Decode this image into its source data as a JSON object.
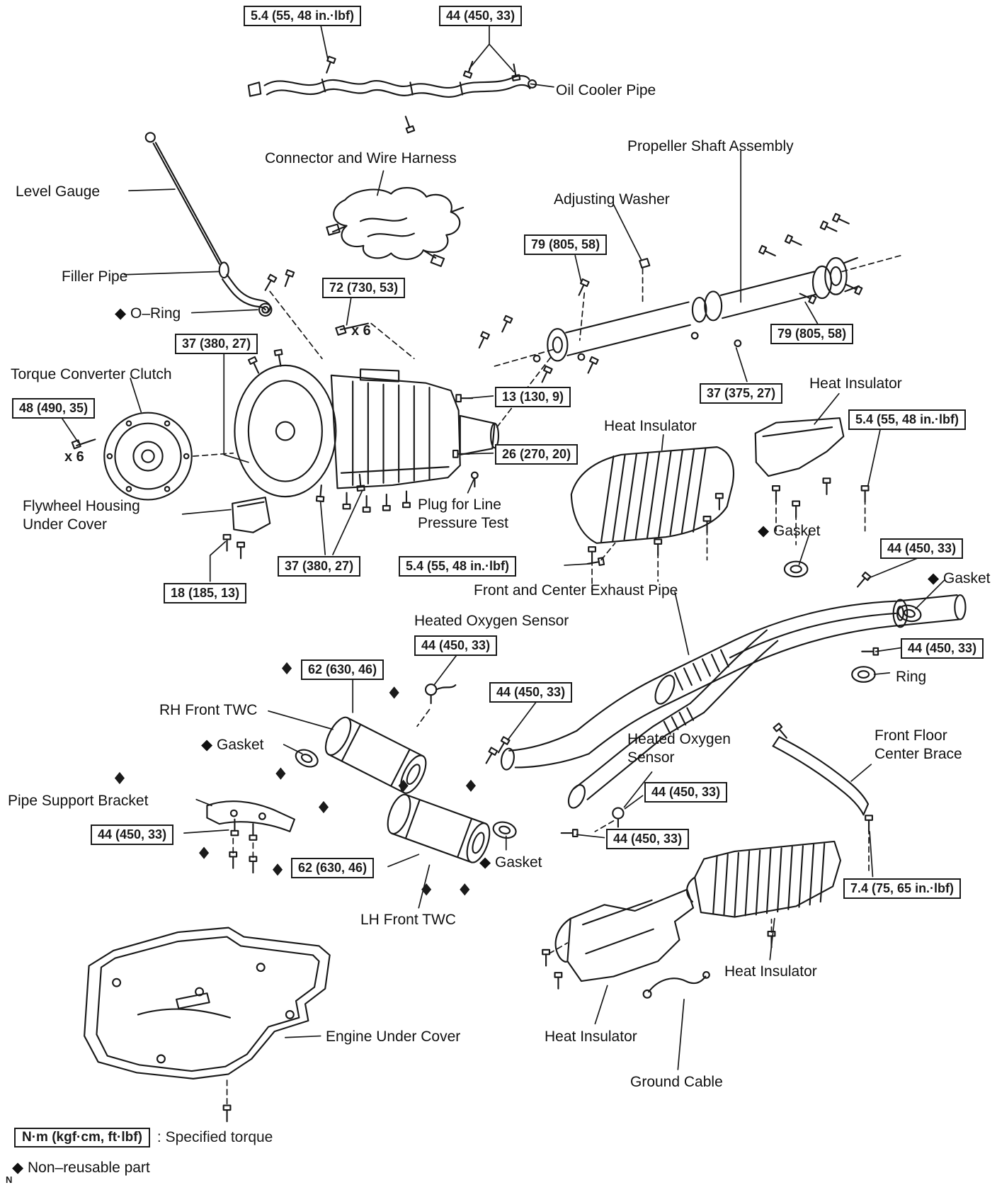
{
  "page": {
    "background": "#ffffff",
    "ink": "#1a1a1a"
  },
  "legend": {
    "torque_unit_box": "N·m (kgf·cm, ft·lbf)",
    "torque_note": ": Specified torque",
    "non_reusable_note": "◆ Non–reusable part",
    "page_mark": "N"
  },
  "torque_specs": [
    {
      "label": "5.4 (55, 48 in.·lbf)"
    },
    {
      "label": "44 (450, 33)"
    },
    {
      "label": "79 (805, 58)"
    },
    {
      "label": "72 (730, 53)"
    },
    {
      "label": "37 (380, 27)"
    },
    {
      "label": "79 (805, 58)"
    },
    {
      "label": "48 (490, 35)"
    },
    {
      "label": "13 (130, 9)"
    },
    {
      "label": "37 (375, 27)"
    },
    {
      "label": "5.4 (55, 48 in.·lbf)"
    },
    {
      "label": "26 (270, 20)"
    },
    {
      "label": "44 (450, 33)"
    },
    {
      "label": "37 (380, 27)"
    },
    {
      "label": "5.4 (55, 48 in.·lbf)"
    },
    {
      "label": "18 (185, 13)"
    },
    {
      "label": "44 (450, 33)"
    },
    {
      "label": "44 (450, 33)"
    },
    {
      "label": "62 (630, 46)"
    },
    {
      "label": "44 (450, 33)"
    },
    {
      "label": "44 (450, 33)"
    },
    {
      "label": "44 (450, 33)"
    },
    {
      "label": "44 (450, 33)"
    },
    {
      "label": "62 (630, 46)"
    },
    {
      "label": "7.4 (75, 65 in.·lbf)"
    }
  ],
  "part_labels": [
    {
      "label": "Oil Cooler Pipe"
    },
    {
      "label": "Propeller Shaft Assembly"
    },
    {
      "label": "Connector and Wire Harness"
    },
    {
      "label": "Level Gauge"
    },
    {
      "label": "Adjusting Washer"
    },
    {
      "label": "Filler Pipe"
    },
    {
      "label": "◆ O–Ring"
    },
    {
      "label": "Torque Converter Clutch"
    },
    {
      "label": "Heat Insulator"
    },
    {
      "label": "Heat Insulator"
    },
    {
      "label": "Flywheel Housing\nUnder Cover"
    },
    {
      "label": "Plug for Line\nPressure Test"
    },
    {
      "label": "◆ Gasket"
    },
    {
      "label": "◆ Gasket"
    },
    {
      "label": "Front and Center Exhaust Pipe"
    },
    {
      "label": "Heated Oxygen Sensor"
    },
    {
      "label": "RH Front TWC"
    },
    {
      "label": "◆ Gasket"
    },
    {
      "label": "Heated Oxygen\nSensor"
    },
    {
      "label": "Front Floor\nCenter Brace"
    },
    {
      "label": "Pipe Support Bracket"
    },
    {
      "label": "Ring"
    },
    {
      "label": "◆ Gasket"
    },
    {
      "label": "LH Front TWC"
    },
    {
      "label": "Heat Insulator"
    },
    {
      "label": "Engine Under Cover"
    },
    {
      "label": "Heat Insulator"
    },
    {
      "label": "Ground Cable"
    }
  ],
  "multipliers": [
    {
      "label": "x 6"
    },
    {
      "label": "x 6"
    }
  ]
}
